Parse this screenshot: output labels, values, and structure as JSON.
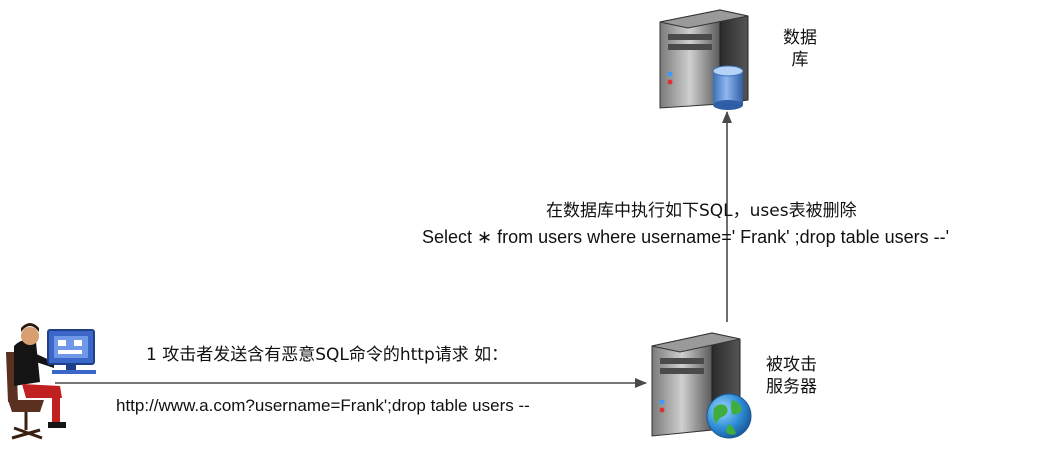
{
  "nodes": {
    "database": {
      "label_line1": "数据",
      "label_line2": "库"
    },
    "server": {
      "label_line1": "被攻击",
      "label_line2": "服务器"
    },
    "attacker": {
      "icon": "hacker-at-computer-icon"
    }
  },
  "edges": {
    "attack_request": {
      "title": "1  攻击者发送含有恶意SQL命令的http请求  如：",
      "url": "http://www.a.com?username=Frank';drop table users --"
    },
    "sql_execution": {
      "title": "在数据库中执行如下SQL，uses表被删除",
      "sql": "Select  ∗  from  users  where  username=' Frank' ;drop table users --'"
    }
  },
  "colors": {
    "arrow": "#4a4a4a",
    "server_body": "#3a3a3a",
    "db_cylinder": "#5b8fd6",
    "globe": "#2f8fd8",
    "monitor": "#3b67c8",
    "attacker_shirt": "#c02020"
  }
}
